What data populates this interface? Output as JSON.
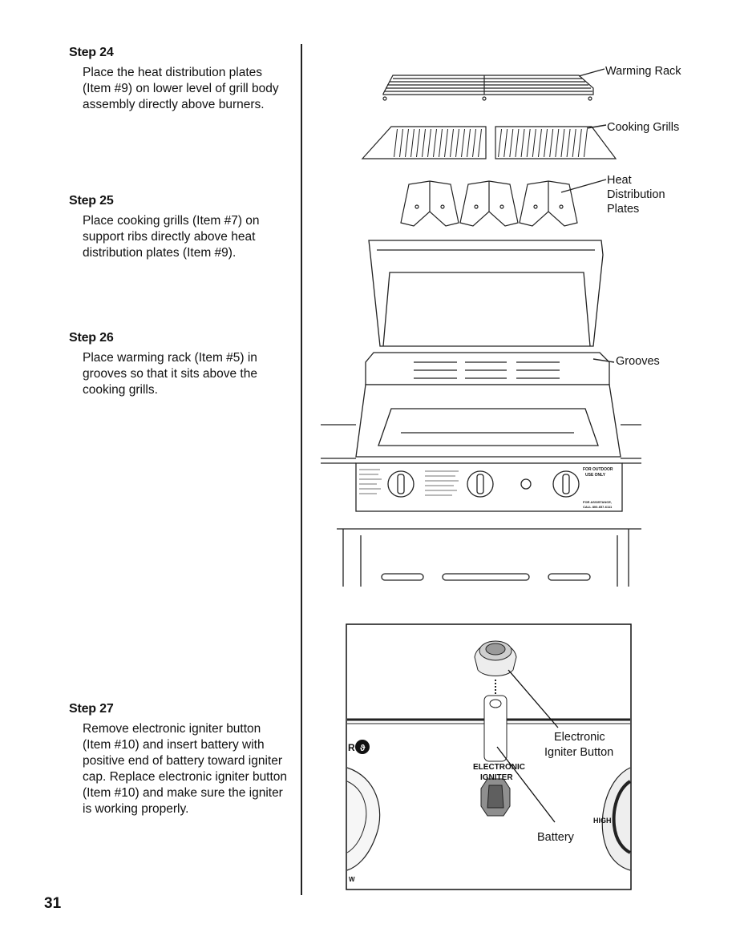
{
  "steps": [
    {
      "title": "Step 24",
      "text": "Place the heat distribution plates (Item #9) on lower level of grill body assembly directly above burners."
    },
    {
      "title": "Step 25",
      "text": "Place cooking grills (Item #7) on support ribs directly above heat distribution plates (Item #9)."
    },
    {
      "title": "Step 26",
      "text": "Place warming rack (Item #5) in grooves so that it sits above the cooking grills."
    },
    {
      "title": "Step 27",
      "text": "Remove electronic igniter button (Item #10) and insert battery with positive end of battery toward igniter cap. Replace electronic igniter button (Item #10) and make sure the igniter is working properly."
    }
  ],
  "diagram1": {
    "warming_rack": "Warming Rack",
    "cooking_grills": "Cooking Grills",
    "heat_line1": "Heat",
    "heat_line2": "Distribution",
    "heat_line3": "Plates",
    "grooves": "Grooves",
    "panel_notice1": "FOR OUTDOOR",
    "panel_notice2": "USE ONLY",
    "panel_assist1": "FOR ASSISTANCE,",
    "panel_assist2": "CALL 800-657-6111"
  },
  "diagram2": {
    "igniter_line1": "Electronic",
    "igniter_line2": "Igniter Button",
    "battery": "Battery",
    "panel_word1": "ELECTRONIC",
    "panel_word2": "IGNITER",
    "high": "HIGH",
    "edge_left": "R",
    "edge_low": "W"
  },
  "page_number": "31"
}
